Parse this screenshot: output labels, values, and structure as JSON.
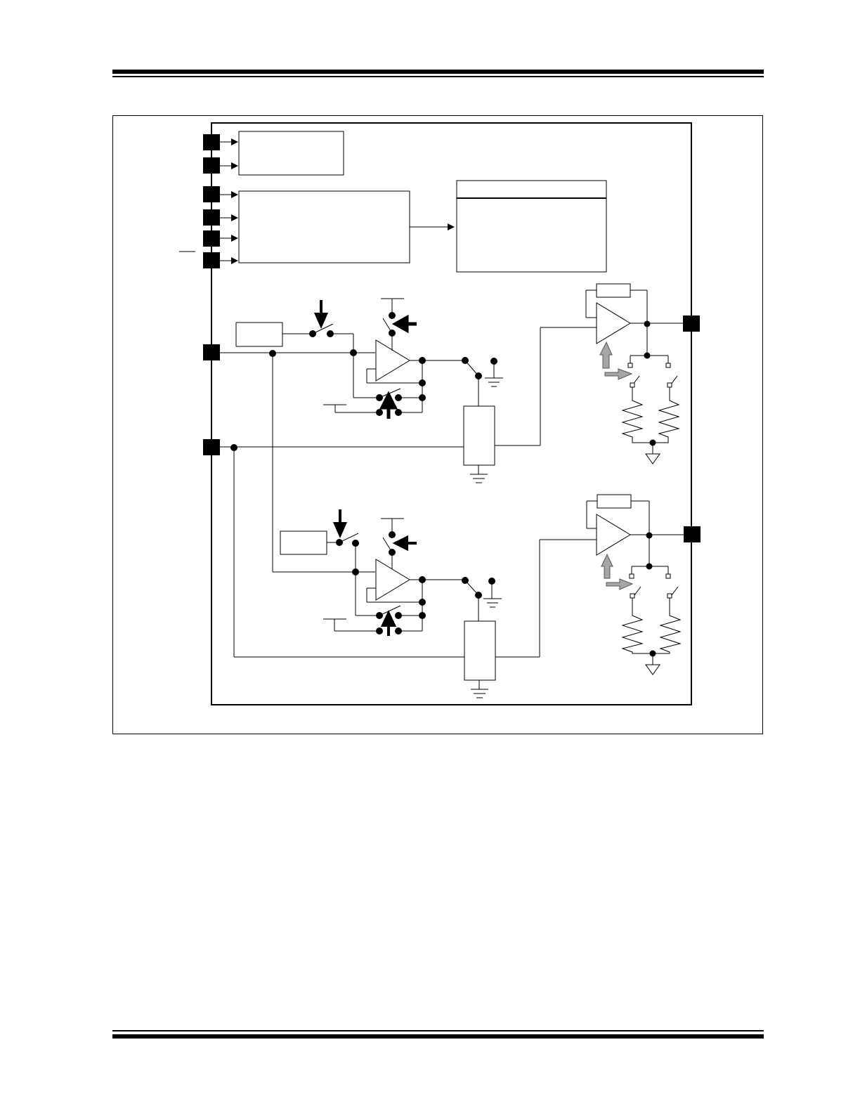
{
  "page": {
    "header_rule": "double-rule",
    "footer_rule": "double-rule"
  },
  "figure": {
    "kind": "block-diagram",
    "text_labels": [],
    "colors": {
      "line": "#000000",
      "control_arrow_gray": "#a6a6a6",
      "background": "#ffffff"
    },
    "channels": 2
  }
}
